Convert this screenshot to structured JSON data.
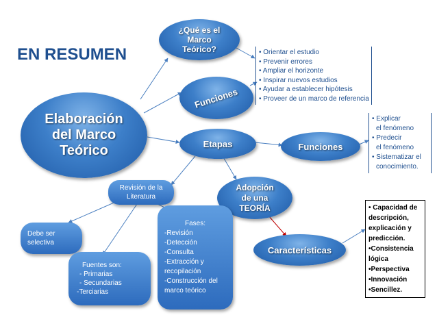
{
  "title": "EN RESUMEN",
  "nodes": {
    "main": "Elaboración del Marco Teórico",
    "que_es": "¿Qué es el Marco Teórico?",
    "funciones_top": "Funciones",
    "etapas": "Etapas",
    "funciones_right": "Funciones",
    "revision": "Revisión de la Literatura",
    "adopcion": "Adopción de una TEORÍA",
    "selectiva": "Debe ser selectiva",
    "caracteristicas": "Características"
  },
  "funciones_top_items": [
    "• Orientar el estudio",
    "• Prevenir errores",
    "• Ampliar el horizonte",
    "• Inspirar nuevos estudios",
    "• Ayudar a establecer hipótesis",
    "• Proveer de un marco de referencia"
  ],
  "funciones_right_items": [
    "• Explicar",
    "el fenómeno",
    "• Predecir",
    "el fenómeno",
    "• Sistematizar el",
    "conocimiento."
  ],
  "fuentes": {
    "heading": "Fuentes son:",
    "items": [
      "- Primarias",
      "- Secundarias",
      "-Terciarias"
    ]
  },
  "fases": {
    "heading": "Fases:",
    "items": [
      "-Revisión",
      "-Detección",
      "-Consulta",
      "-Extracción y",
      "recopilación",
      "-Construcción del",
      "marco teórico"
    ]
  },
  "caracteristicas_items": [
    "• Capacidad de",
    "descripción,",
    "explicación y",
    "predicción.",
    "•Consistencia",
    "lógica",
    "•Perspectiva",
    "•Innovación",
    "•Sencillez."
  ],
  "colors": {
    "title": "#1f4f8f",
    "node_fill": "#3d7fc9",
    "connector": "#4a7fc0",
    "highlight_arrow": "#c00000"
  }
}
